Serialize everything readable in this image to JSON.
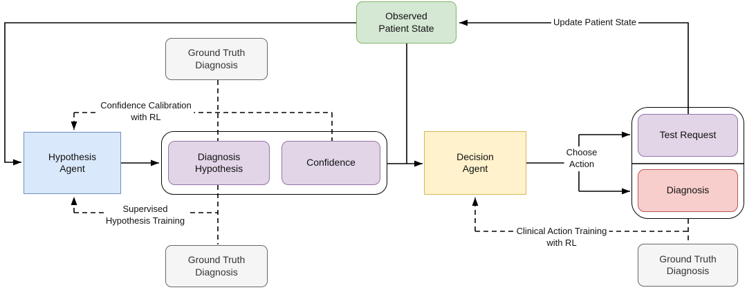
{
  "nodes": {
    "observed_patient_state": {
      "label": "Observed\nPatient State",
      "fill": "#d5e8d4",
      "stroke": "#82b366"
    },
    "ground_truth_top": {
      "label": "Ground Truth\nDiagnosis",
      "fill": "#f5f5f5",
      "stroke": "#666666"
    },
    "hypothesis_agent": {
      "label": "Hypothesis\nAgent",
      "fill": "#dae8fc",
      "stroke": "#6c8ebf"
    },
    "diagnosis_hypothesis": {
      "label": "Diagnosis\nHypothesis",
      "fill": "#e1d5e7",
      "stroke": "#9673a6"
    },
    "confidence": {
      "label": "Confidence",
      "fill": "#e1d5e7",
      "stroke": "#9673a6"
    },
    "decision_agent": {
      "label": "Decision\nAgent",
      "fill": "#fff2cc",
      "stroke": "#d6b656"
    },
    "test_request": {
      "label": "Test Request",
      "fill": "#e1d5e7",
      "stroke": "#9673a6"
    },
    "diagnosis_action": {
      "label": "Diagnosis",
      "fill": "#f8cecc",
      "stroke": "#b85450"
    },
    "ground_truth_bottom_mid": {
      "label": "Ground Truth\nDiagnosis",
      "fill": "#f5f5f5",
      "stroke": "#666666"
    },
    "ground_truth_bottom_right": {
      "label": "Ground Truth\nDiagnosis",
      "fill": "#f5f5f5",
      "stroke": "#666666"
    }
  },
  "edge_labels": {
    "update_patient_state": "Update Patient State",
    "choose_action": "Choose\nAction",
    "confidence_calibration": "Confidence Calibration\nwith RL",
    "supervised_hypothesis_training": "Supervised\nHypothesis Training",
    "clinical_action_training": "Clinical Action Training\nwith RL"
  },
  "colors": {
    "line": "#000000",
    "container_fill": "#ffffff",
    "container_stroke": "#000000"
  }
}
